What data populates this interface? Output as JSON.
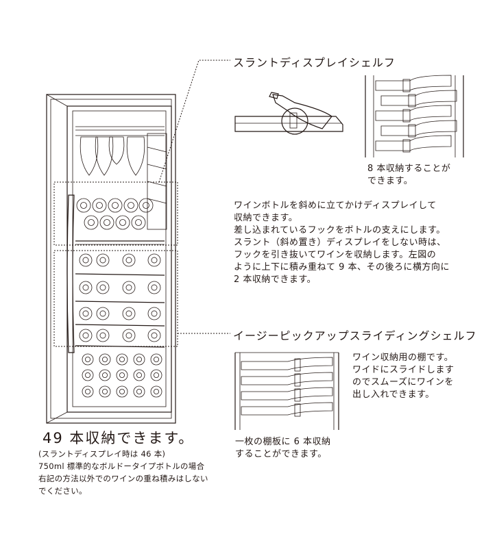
{
  "slant": {
    "heading": "スラントディスプレイシェルフ",
    "caption": [
      "8 本収納することが",
      "できます。"
    ],
    "description": [
      "ワインボトルを斜めに立てかけディスプレイして",
      "収納できます。",
      "差し込まれているフックをボトルの支えにします。",
      "スラント（斜め置き）ディスプレイをしない時は、",
      "フックを引き抜いてワインを収納します。左図の",
      "ように上下に積み重ねて 9 本、その後ろに横方向に",
      "2 本収納できます。"
    ]
  },
  "slide": {
    "heading": "イージーピックアップスライディングシェルフ",
    "caption": [
      "一枚の棚板に 6 本収納",
      "することができます。"
    ],
    "description": [
      "ワイン収納用の棚です。",
      "ワイドにスライドします",
      "のでスムーズにワインを",
      "出し入れできます。"
    ]
  },
  "capacity": {
    "title": "49 本収納できます。",
    "subtitle": "(スラントディスプレイ時は 46 本)",
    "notes": [
      "750ml 標準的なボルドータイプボトルの場合",
      "右記の方法以外でのワインの重ね積みはしない",
      "でください。"
    ]
  }
}
